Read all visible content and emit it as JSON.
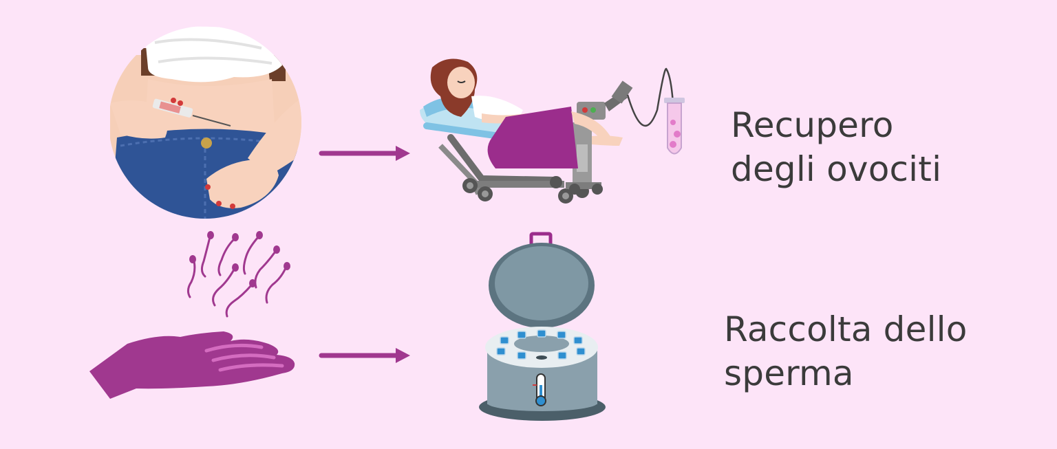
{
  "steps": [
    {
      "label_line1": "Recupero",
      "label_line2": "degli ovociti",
      "source_icon": "injection-abdomen-icon",
      "target_icon": "egg-retrieval-procedure-icon"
    },
    {
      "label_line1": "Raccolta dello",
      "label_line2": "sperma",
      "source_icon": "hand-with-sperm-icon",
      "target_icon": "cryo-storage-tank-icon"
    }
  ],
  "colors": {
    "background": "#fde4f8",
    "arrow": "#a0388f",
    "text": "#3b3b3b",
    "skirt": "#9b2d8c",
    "jeans": "#2f5496"
  }
}
